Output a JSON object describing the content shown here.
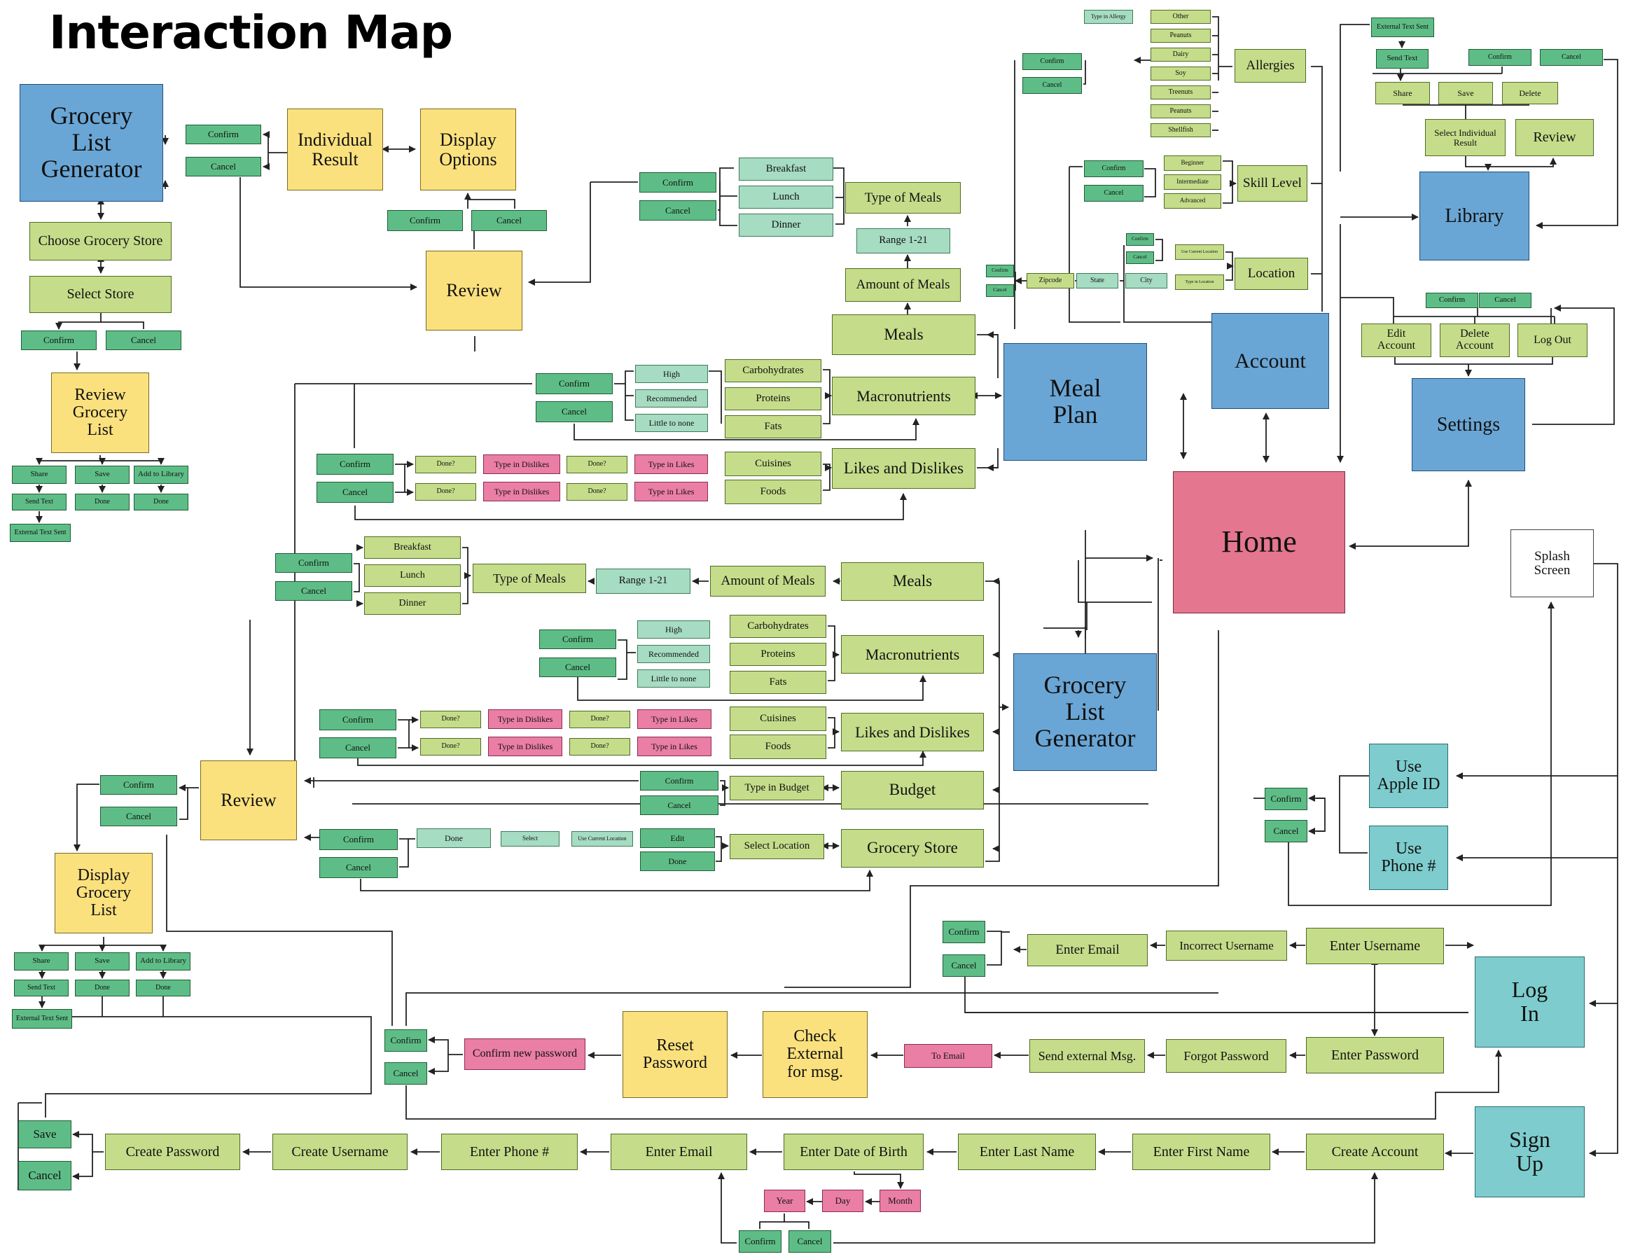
{
  "title": "Interaction Map",
  "colors": {
    "blue": "#6aa6d5",
    "pink": "#e57690",
    "yellow": "#fbe17e",
    "lime": "#c5dd8a",
    "green": "#5ebd86",
    "mint": "#a6dcc1",
    "teal": "#7ecccd",
    "rose": "#ea7ea4",
    "white": "#ffffff",
    "line": "#222222"
  },
  "nodes": [
    {
      "id": "gl_title",
      "label": "Grocery\nList\nGenerator",
      "color": "blue"
    },
    {
      "id": "gl_confirm",
      "label": "Confirm",
      "color": "green"
    },
    {
      "id": "gl_cancel",
      "label": "Cancel",
      "color": "green"
    },
    {
      "id": "ind_result",
      "label": "Individual\nResult",
      "color": "yellow"
    },
    {
      "id": "disp_opts",
      "label": "Display\nOptions",
      "color": "yellow"
    },
    {
      "id": "do_confirm",
      "label": "Confirm",
      "color": "green"
    },
    {
      "id": "do_cancel",
      "label": "Cancel",
      "color": "green"
    },
    {
      "id": "choose_store",
      "label": "Choose Grocery Store",
      "color": "lime"
    },
    {
      "id": "select_store",
      "label": "Select Store",
      "color": "lime"
    },
    {
      "id": "ss_confirm",
      "label": "Confirm",
      "color": "green"
    },
    {
      "id": "ss_cancel",
      "label": "Cancel",
      "color": "green"
    },
    {
      "id": "review_gl",
      "label": "Review\nGrocery\nList",
      "color": "yellow"
    },
    {
      "id": "rgl_share",
      "label": "Share",
      "color": "green"
    },
    {
      "id": "rgl_save",
      "label": "Save",
      "color": "green"
    },
    {
      "id": "rgl_addlib",
      "label": "Add to Library",
      "color": "green"
    },
    {
      "id": "rgl_sendtext",
      "label": "Send Text",
      "color": "green"
    },
    {
      "id": "rgl_done1",
      "label": "Done",
      "color": "green"
    },
    {
      "id": "rgl_done2",
      "label": "Done",
      "color": "green"
    },
    {
      "id": "rgl_ext",
      "label": "External Text Sent",
      "color": "green"
    },
    {
      "id": "review_top",
      "label": "Review",
      "color": "yellow"
    },
    {
      "id": "mp_tm_confirm",
      "label": "Confirm",
      "color": "green"
    },
    {
      "id": "mp_tm_cancel",
      "label": "Cancel",
      "color": "green"
    },
    {
      "id": "mp_breakfast",
      "label": "Breakfast",
      "color": "mint"
    },
    {
      "id": "mp_lunch",
      "label": "Lunch",
      "color": "mint"
    },
    {
      "id": "mp_dinner",
      "label": "Dinner",
      "color": "mint"
    },
    {
      "id": "mp_type",
      "label": "Type of Meals",
      "color": "lime"
    },
    {
      "id": "mp_range",
      "label": "Range 1-21",
      "color": "mint"
    },
    {
      "id": "mp_amount",
      "label": "Amount of Meals",
      "color": "lime"
    },
    {
      "id": "mp_meals",
      "label": "Meals",
      "color": "lime"
    },
    {
      "id": "mp_mac_confirm",
      "label": "Confirm",
      "color": "green"
    },
    {
      "id": "mp_mac_cancel",
      "label": "Cancel",
      "color": "green"
    },
    {
      "id": "mp_high",
      "label": "High",
      "color": "mint"
    },
    {
      "id": "mp_rec",
      "label": "Recommended",
      "color": "mint"
    },
    {
      "id": "mp_little",
      "label": "Little to none",
      "color": "mint"
    },
    {
      "id": "mp_carbs",
      "label": "Carbohydrates",
      "color": "lime"
    },
    {
      "id": "mp_prot",
      "label": "Proteins",
      "color": "lime"
    },
    {
      "id": "mp_fats",
      "label": "Fats",
      "color": "lime"
    },
    {
      "id": "mp_macro",
      "label": "Macronutrients",
      "color": "lime"
    },
    {
      "id": "mp_ld_confirm",
      "label": "Confirm",
      "color": "green"
    },
    {
      "id": "mp_ld_cancel",
      "label": "Cancel",
      "color": "green"
    },
    {
      "id": "mp_done1",
      "label": "Done?",
      "color": "lime"
    },
    {
      "id": "mp_dis1",
      "label": "Type in Dislikes",
      "color": "rose"
    },
    {
      "id": "mp_done2",
      "label": "Done?",
      "color": "lime"
    },
    {
      "id": "mp_likes1",
      "label": "Type in Likes",
      "color": "rose"
    },
    {
      "id": "mp_done3",
      "label": "Done?",
      "color": "lime"
    },
    {
      "id": "mp_dis2",
      "label": "Type in Dislikes",
      "color": "rose"
    },
    {
      "id": "mp_done4",
      "label": "Done?",
      "color": "lime"
    },
    {
      "id": "mp_likes2",
      "label": "Type in Likes",
      "color": "rose"
    },
    {
      "id": "mp_cuisines",
      "label": "Cuisines",
      "color": "lime"
    },
    {
      "id": "mp_foods",
      "label": "Foods",
      "color": "lime"
    },
    {
      "id": "mp_ld",
      "label": "Likes and Dislikes",
      "color": "lime"
    },
    {
      "id": "meal_plan",
      "label": "Meal\nPlan",
      "color": "blue"
    },
    {
      "id": "al_typein",
      "label": "Type in Allergy",
      "color": "mint"
    },
    {
      "id": "al_other",
      "label": "Other",
      "color": "lime"
    },
    {
      "id": "al_peanuts1",
      "label": "Peanuts",
      "color": "lime"
    },
    {
      "id": "al_dairy",
      "label": "Dairy",
      "color": "lime"
    },
    {
      "id": "al_soy",
      "label": "Soy",
      "color": "lime"
    },
    {
      "id": "al_treenuts",
      "label": "Treenuts",
      "color": "lime"
    },
    {
      "id": "al_peanuts2",
      "label": "Peanuts",
      "color": "lime"
    },
    {
      "id": "al_shellfish",
      "label": "Shellfish",
      "color": "lime"
    },
    {
      "id": "al_confirm",
      "label": "Confirm",
      "color": "green"
    },
    {
      "id": "al_cancel",
      "label": "Cancel",
      "color": "green"
    },
    {
      "id": "allergies",
      "label": "Allergies",
      "color": "lime"
    },
    {
      "id": "sk_confirm",
      "label": "Confirm",
      "color": "green"
    },
    {
      "id": "sk_cancel",
      "label": "Cancel",
      "color": "green"
    },
    {
      "id": "sk_beginner",
      "label": "Beginner",
      "color": "lime"
    },
    {
      "id": "sk_inter",
      "label": "Intermediate",
      "color": "lime"
    },
    {
      "id": "sk_adv",
      "label": "Advanced",
      "color": "lime"
    },
    {
      "id": "skill",
      "label": "Skill Level",
      "color": "lime"
    },
    {
      "id": "loc_confirm",
      "label": "Confirm",
      "color": "green"
    },
    {
      "id": "loc_cancel",
      "label": "Cancel",
      "color": "green"
    },
    {
      "id": "loc_usecur",
      "label": "Use Current Location",
      "color": "lime"
    },
    {
      "id": "loc_typein",
      "label": "Type in Location",
      "color": "lime"
    },
    {
      "id": "loc_confirm2",
      "label": "Confirm",
      "color": "green"
    },
    {
      "id": "loc_cancel2",
      "label": "Cancel",
      "color": "green"
    },
    {
      "id": "loc_zip",
      "label": "Zipcode",
      "color": "lime"
    },
    {
      "id": "loc_state",
      "label": "State",
      "color": "mint"
    },
    {
      "id": "loc_city",
      "label": "City",
      "color": "mint"
    },
    {
      "id": "location",
      "label": "Location",
      "color": "lime"
    },
    {
      "id": "account",
      "label": "Account",
      "color": "blue"
    },
    {
      "id": "lib_ext",
      "label": "External Text Sent",
      "color": "green"
    },
    {
      "id": "lib_sendtext",
      "label": "Send Text",
      "color": "green"
    },
    {
      "id": "lib_confirm",
      "label": "Confirm",
      "color": "green"
    },
    {
      "id": "lib_cancel",
      "label": "Cancel",
      "color": "green"
    },
    {
      "id": "lib_share",
      "label": "Share",
      "color": "lime"
    },
    {
      "id": "lib_save",
      "label": "Save",
      "color": "lime"
    },
    {
      "id": "lib_delete",
      "label": "Delete",
      "color": "lime"
    },
    {
      "id": "lib_select",
      "label": "Select Individual\nResult",
      "color": "lime"
    },
    {
      "id": "lib_review",
      "label": "Review",
      "color": "lime"
    },
    {
      "id": "library",
      "label": "Library",
      "color": "blue"
    },
    {
      "id": "set_confirm",
      "label": "Confirm",
      "color": "green"
    },
    {
      "id": "set_cancel",
      "label": "Cancel",
      "color": "green"
    },
    {
      "id": "set_edit",
      "label": "Edit\nAccount",
      "color": "lime"
    },
    {
      "id": "set_delete",
      "label": "Delete\nAccount",
      "color": "lime"
    },
    {
      "id": "set_logout",
      "label": "Log Out",
      "color": "lime"
    },
    {
      "id": "settings",
      "label": "Settings",
      "color": "blue"
    },
    {
      "id": "home",
      "label": "Home",
      "color": "pink"
    },
    {
      "id": "splash",
      "label": "Splash\nScreen",
      "color": "white"
    },
    {
      "id": "g_tm_confirm",
      "label": "Confirm",
      "color": "green"
    },
    {
      "id": "g_tm_cancel",
      "label": "Cancel",
      "color": "green"
    },
    {
      "id": "g_breakfast",
      "label": "Breakfast",
      "color": "lime"
    },
    {
      "id": "g_lunch",
      "label": "Lunch",
      "color": "lime"
    },
    {
      "id": "g_dinner",
      "label": "Dinner",
      "color": "lime"
    },
    {
      "id": "g_type",
      "label": "Type of Meals",
      "color": "lime"
    },
    {
      "id": "g_range",
      "label": "Range 1-21",
      "color": "mint"
    },
    {
      "id": "g_amount",
      "label": "Amount of Meals",
      "color": "lime"
    },
    {
      "id": "g_meals",
      "label": "Meals",
      "color": "lime"
    },
    {
      "id": "g_mac_confirm",
      "label": "Confirm",
      "color": "green"
    },
    {
      "id": "g_mac_cancel",
      "label": "Cancel",
      "color": "green"
    },
    {
      "id": "g_high",
      "label": "High",
      "color": "mint"
    },
    {
      "id": "g_rec",
      "label": "Recommended",
      "color": "mint"
    },
    {
      "id": "g_little",
      "label": "Little to none",
      "color": "mint"
    },
    {
      "id": "g_carbs",
      "label": "Carbohydrates",
      "color": "lime"
    },
    {
      "id": "g_prot",
      "label": "Proteins",
      "color": "lime"
    },
    {
      "id": "g_fats",
      "label": "Fats",
      "color": "lime"
    },
    {
      "id": "g_macro",
      "label": "Macronutrients",
      "color": "lime"
    },
    {
      "id": "g_ld_confirm",
      "label": "Confirm",
      "color": "green"
    },
    {
      "id": "g_ld_cancel",
      "label": "Cancel",
      "color": "green"
    },
    {
      "id": "g_done1",
      "label": "Done?",
      "color": "lime"
    },
    {
      "id": "g_dis1",
      "label": "Type in Dislikes",
      "color": "rose"
    },
    {
      "id": "g_done2",
      "label": "Done?",
      "color": "lime"
    },
    {
      "id": "g_likes1",
      "label": "Type in Likes",
      "color": "rose"
    },
    {
      "id": "g_done3",
      "label": "Done?",
      "color": "lime"
    },
    {
      "id": "g_dis2",
      "label": "Type in Dislikes",
      "color": "rose"
    },
    {
      "id": "g_done4",
      "label": "Done?",
      "color": "lime"
    },
    {
      "id": "g_likes2",
      "label": "Type in Likes",
      "color": "rose"
    },
    {
      "id": "g_cuisines",
      "label": "Cuisines",
      "color": "lime"
    },
    {
      "id": "g_foods",
      "label": "Foods",
      "color": "lime"
    },
    {
      "id": "g_ld",
      "label": "Likes and Dislikes",
      "color": "lime"
    },
    {
      "id": "g_bud_confirm",
      "label": "Confirm",
      "color": "green"
    },
    {
      "id": "g_bud_cancel",
      "label": "Cancel",
      "color": "green"
    },
    {
      "id": "g_budget_in",
      "label": "Type in Budget",
      "color": "lime"
    },
    {
      "id": "g_budget",
      "label": "Budget",
      "color": "lime"
    },
    {
      "id": "g_gs_confirm",
      "label": "Confirm",
      "color": "green"
    },
    {
      "id": "g_gs_cancel",
      "label": "Cancel",
      "color": "green"
    },
    {
      "id": "g_done_mint",
      "label": "Done",
      "color": "mint"
    },
    {
      "id": "g_select_mint",
      "label": "Select",
      "color": "mint"
    },
    {
      "id": "g_usecur",
      "label": "Use Current Location",
      "color": "mint"
    },
    {
      "id": "g_edit",
      "label": "Edit",
      "color": "green"
    },
    {
      "id": "g_done_g",
      "label": "Done",
      "color": "green"
    },
    {
      "id": "g_selloc",
      "label": "Select Location",
      "color": "lime"
    },
    {
      "id": "g_store",
      "label": "Grocery Store",
      "color": "lime"
    },
    {
      "id": "grocery_gen",
      "label": "Grocery\nList\nGenerator",
      "color": "blue"
    },
    {
      "id": "review_mid",
      "label": "Review",
      "color": "yellow"
    },
    {
      "id": "rm_confirm",
      "label": "Confirm",
      "color": "green"
    },
    {
      "id": "rm_cancel",
      "label": "Cancel",
      "color": "green"
    },
    {
      "id": "disp_gl",
      "label": "Display\nGrocery\nList",
      "color": "yellow"
    },
    {
      "id": "dgl_share",
      "label": "Share",
      "color": "green"
    },
    {
      "id": "dgl_save",
      "label": "Save",
      "color": "green"
    },
    {
      "id": "dgl_addlib",
      "label": "Add to Library",
      "color": "green"
    },
    {
      "id": "dgl_sendtext",
      "label": "Send Text",
      "color": "green"
    },
    {
      "id": "dgl_done1",
      "label": "Done",
      "color": "green"
    },
    {
      "id": "dgl_done2",
      "label": "Done",
      "color": "green"
    },
    {
      "id": "dgl_ext",
      "label": "External Text Sent",
      "color": "green"
    },
    {
      "id": "apple_id",
      "label": "Use\nApple ID",
      "color": "teal"
    },
    {
      "id": "phone_num",
      "label": "Use\nPhone #",
      "color": "teal"
    },
    {
      "id": "ap_confirm",
      "label": "Confirm",
      "color": "green"
    },
    {
      "id": "ap_cancel",
      "label": "Cancel",
      "color": "green"
    },
    {
      "id": "li_confirm",
      "label": "Confirm",
      "color": "green"
    },
    {
      "id": "li_cancel",
      "label": "Cancel",
      "color": "green"
    },
    {
      "id": "enter_email_li",
      "label": "Enter Email",
      "color": "lime"
    },
    {
      "id": "incorrect_user",
      "label": "Incorrect Username",
      "color": "lime"
    },
    {
      "id": "enter_user",
      "label": "Enter Username",
      "color": "lime"
    },
    {
      "id": "log_in",
      "label": "Log\nIn",
      "color": "teal"
    },
    {
      "id": "rp_confirm",
      "label": "Confirm",
      "color": "green"
    },
    {
      "id": "rp_cancel",
      "label": "Cancel",
      "color": "green"
    },
    {
      "id": "confirm_newpw",
      "label": "Confirm new password",
      "color": "rose"
    },
    {
      "id": "reset_pw",
      "label": "Reset\nPassword",
      "color": "yellow"
    },
    {
      "id": "check_ext",
      "label": "Check\nExternal\nfor msg.",
      "color": "yellow"
    },
    {
      "id": "to_email",
      "label": "To Email",
      "color": "rose"
    },
    {
      "id": "send_ext",
      "label": "Send external Msg.",
      "color": "lime"
    },
    {
      "id": "forgot_pw",
      "label": "Forgot Password",
      "color": "lime"
    },
    {
      "id": "enter_pw",
      "label": "Enter Password",
      "color": "lime"
    },
    {
      "id": "su_save",
      "label": "Save",
      "color": "green"
    },
    {
      "id": "su_cancel",
      "label": "Cancel",
      "color": "green"
    },
    {
      "id": "create_pw",
      "label": "Create Password",
      "color": "lime"
    },
    {
      "id": "create_user",
      "label": "Create Username",
      "color": "lime"
    },
    {
      "id": "enter_phone",
      "label": "Enter Phone #",
      "color": "lime"
    },
    {
      "id": "enter_email_su",
      "label": "Enter Email",
      "color": "lime"
    },
    {
      "id": "enter_dob",
      "label": "Enter Date of Birth",
      "color": "lime"
    },
    {
      "id": "enter_last",
      "label": "Enter Last Name",
      "color": "lime"
    },
    {
      "id": "enter_first",
      "label": "Enter First Name",
      "color": "lime"
    },
    {
      "id": "create_acct",
      "label": "Create Account",
      "color": "lime"
    },
    {
      "id": "sign_up",
      "label": "Sign\nUp",
      "color": "teal"
    },
    {
      "id": "dob_year",
      "label": "Year",
      "color": "rose"
    },
    {
      "id": "dob_day",
      "label": "Day",
      "color": "rose"
    },
    {
      "id": "dob_month",
      "label": "Month",
      "color": "rose"
    },
    {
      "id": "dob_confirm",
      "label": "Confirm",
      "color": "green"
    },
    {
      "id": "dob_cancel",
      "label": "Cancel",
      "color": "green"
    }
  ]
}
